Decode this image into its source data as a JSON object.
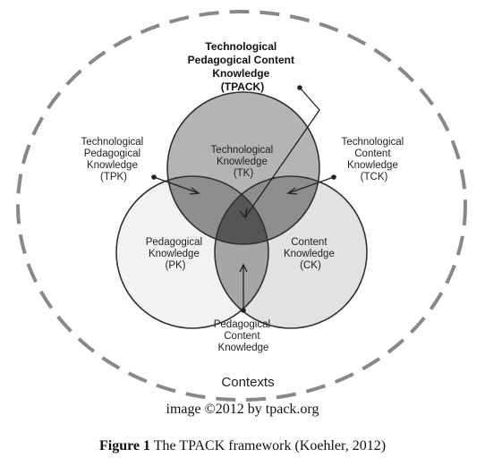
{
  "diagram": {
    "outer_label": "Contexts",
    "tpack": [
      "Technological",
      "Pedagogical Content",
      "Knowledge",
      "(TPACK)"
    ],
    "tk": [
      "Technological",
      "Knowledge",
      "(TK)"
    ],
    "pk": [
      "Pedagogical",
      "Knowledge",
      "(PK)"
    ],
    "ck": [
      "Content",
      "Knowledge",
      "(CK)"
    ],
    "tpk": [
      "Technological",
      "Pedagogical",
      "Knowledge",
      "(TPK)"
    ],
    "tck": [
      "Technological",
      "Content",
      "Knowledge",
      "(TCK)"
    ],
    "pck": [
      "Pedagogical",
      "Content",
      "Knowledge"
    ]
  },
  "credit": "image ©2012 by tpack.org",
  "caption": {
    "figure_label": "Figure 1",
    "text": " The TPACK framework (Koehler, 2012)"
  },
  "colors": {
    "tk_fill": "#b4b4b4",
    "pk_fill": "#f2f2f2",
    "ck_fill": "#e2e2e2",
    "tpk_fill": "#8e8e8e",
    "tck_fill": "#8e8e8e",
    "pck_fill": "#a6a6a6",
    "tpack_fill": "#555555",
    "stroke": "#333333",
    "context_dash": "#888888"
  }
}
